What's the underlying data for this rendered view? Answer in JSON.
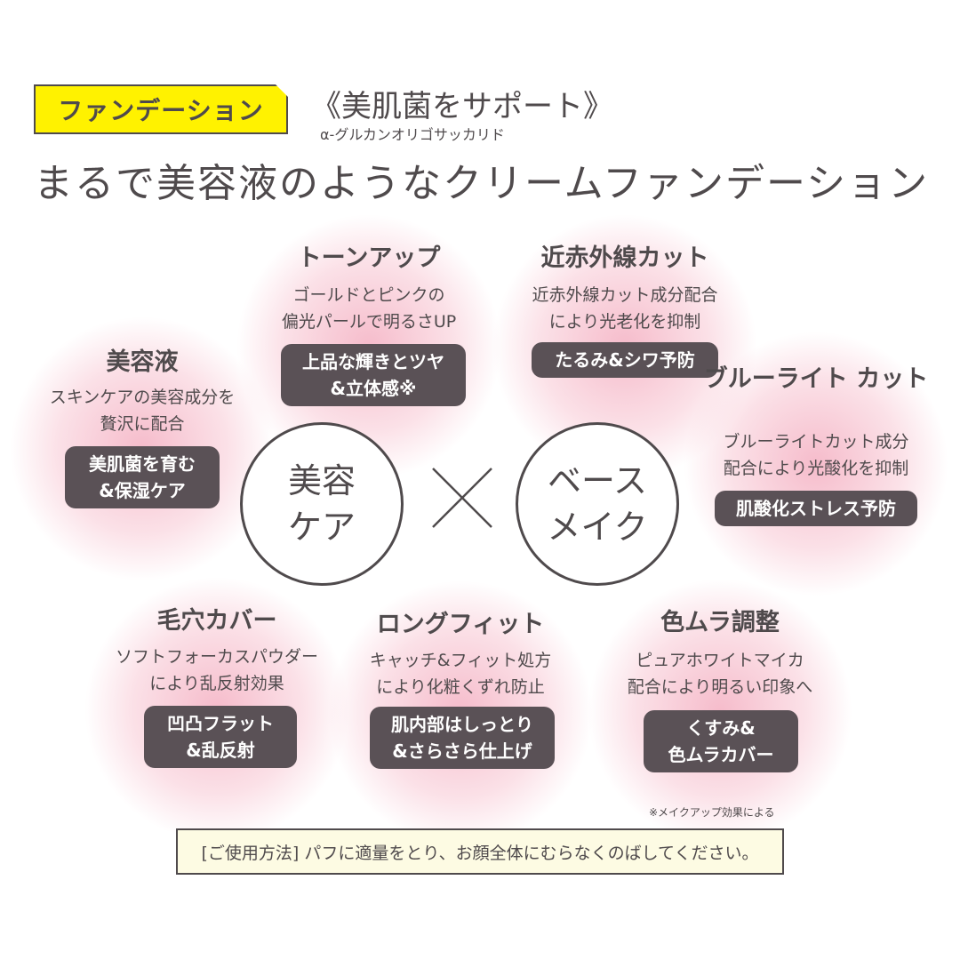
{
  "header": {
    "tag_label": "ファンデーション",
    "support_label": "《美肌菌をサポート》",
    "ingredient": "α-グルカンオリゴサッカリド",
    "headline": "まるで美容液のようなクリームファンデーション"
  },
  "center": {
    "left_circle": "美容\nケア",
    "right_circle": "ベース\nメイク"
  },
  "features": [
    {
      "title": "トーンアップ",
      "desc": "ゴールドとピンクの\n偏光パールで明るさUP",
      "pill": "上品な輝きとツヤ\n&立体感※"
    },
    {
      "title": "近赤外線カット",
      "desc": "近赤外線カット成分配合\nにより光老化を抑制",
      "pill": "たるみ&シワ予防"
    },
    {
      "title": "美容液",
      "desc": "スキンケアの美容成分を\n贅沢に配合",
      "pill": "美肌菌を育む\n&保湿ケア"
    },
    {
      "title": "ブルーライト\nカット",
      "desc": "ブルーライトカット成分\n配合により光酸化を抑制",
      "pill": "肌酸化ストレス予防"
    },
    {
      "title": "毛穴カバー",
      "desc": "ソフトフォーカスパウダー\nにより乱反射効果",
      "pill": "凹凸フラット\n&乱反射"
    },
    {
      "title": "ロングフィット",
      "desc": "キャッチ&フィット処方\nにより化粧くずれ防止",
      "pill": "肌内部はしっとり\n&さらさら仕上げ"
    },
    {
      "title": "色ムラ調整",
      "desc": "ピュアホワイトマイカ\n配合により明るい印象へ",
      "pill": "くすみ&\n色ムラカバー"
    }
  ],
  "footer": {
    "note": "※メイクアップ効果による",
    "usage": "[ご使用方法] パフに適量をとり、お顔全体にむらなくのばしてください。"
  }
}
